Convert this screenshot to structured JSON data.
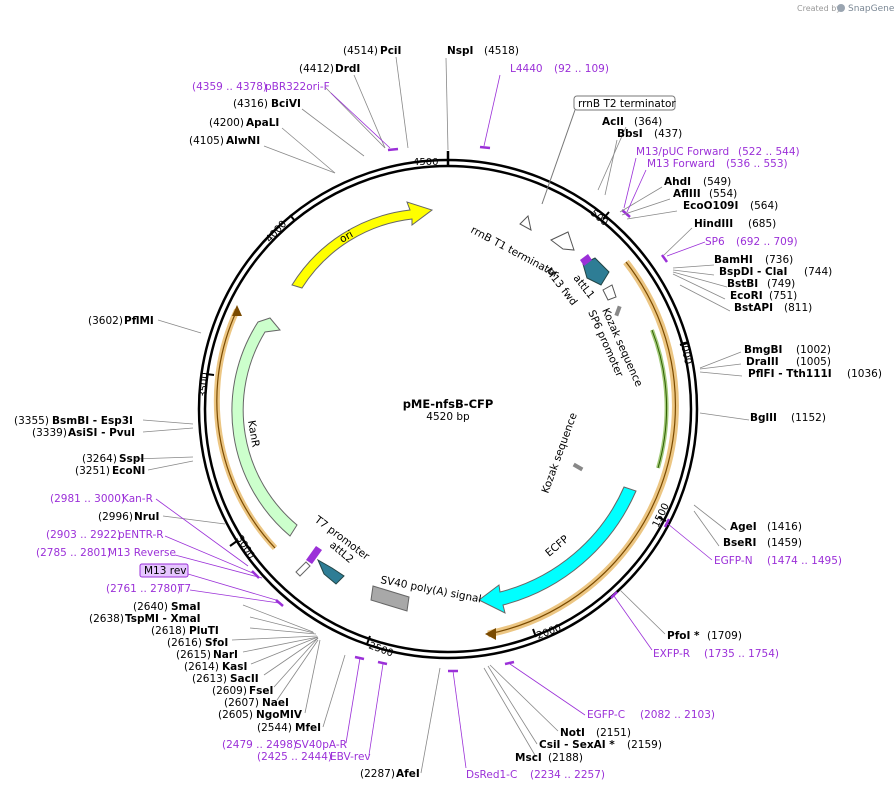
{
  "credit": {
    "created_by": "Created by",
    "brand": "SnapGene"
  },
  "plasmid": {
    "name": "pME-nfsB-CFP",
    "size": "4520 bp",
    "length": 4520
  },
  "ticks": [
    "500",
    "1000",
    "1500",
    "2000",
    "2500",
    "3000",
    "3500",
    "4000",
    "4500"
  ],
  "enzymes": [
    {
      "id": "pcii",
      "name": "PciI",
      "pos": "(4514)",
      "side": "L"
    },
    {
      "id": "nspi",
      "name": "NspI",
      "pos": "(4518)",
      "side": "R"
    },
    {
      "id": "drdi",
      "name": "DrdI",
      "pos": "(4412)",
      "side": "L"
    },
    {
      "id": "bcivi",
      "name": "BciVI",
      "pos": "(4316)",
      "side": "L"
    },
    {
      "id": "apali",
      "name": "ApaLI",
      "pos": "(4200)",
      "side": "L"
    },
    {
      "id": "alwni",
      "name": "AlwNI",
      "pos": "(4105)",
      "side": "L"
    },
    {
      "id": "acli",
      "name": "AclI",
      "pos": "(364)",
      "side": "R"
    },
    {
      "id": "bbsi",
      "name": "BbsI",
      "pos": "(437)",
      "side": "R"
    },
    {
      "id": "ahdi",
      "name": "AhdI",
      "pos": "(549)",
      "side": "R"
    },
    {
      "id": "afliii",
      "name": "AflIII",
      "pos": "(554)",
      "side": "R"
    },
    {
      "id": "eco0109i",
      "name": "EcoO109I",
      "pos": "(564)",
      "side": "R"
    },
    {
      "id": "hindiii",
      "name": "HindIII",
      "pos": "(685)",
      "side": "R"
    },
    {
      "id": "bamhi",
      "name": "BamHI",
      "pos": "(736)",
      "side": "R"
    },
    {
      "id": "bspdi",
      "name": "BspDI  - ClaI",
      "pos": "(744)",
      "side": "R"
    },
    {
      "id": "bstbi",
      "name": "BstBI",
      "pos": "(749)",
      "side": "R"
    },
    {
      "id": "ecori",
      "name": "EcoRI",
      "pos": "(751)",
      "side": "R"
    },
    {
      "id": "bstapi",
      "name": "BstAPI",
      "pos": "(811)",
      "side": "R"
    },
    {
      "id": "bmgbi",
      "name": "BmgBI",
      "pos": "(1002)",
      "side": "R"
    },
    {
      "id": "draiii",
      "name": "DraIII",
      "pos": "(1005)",
      "side": "R"
    },
    {
      "id": "pflfi",
      "name": "PflFI  - Tth111I",
      "pos": "(1036)",
      "side": "R"
    },
    {
      "id": "bglii",
      "name": "BglII",
      "pos": "(1152)",
      "side": "R"
    },
    {
      "id": "agei",
      "name": "AgeI",
      "pos": "(1416)",
      "side": "R"
    },
    {
      "id": "bseri",
      "name": "BseRI",
      "pos": "(1459)",
      "side": "R"
    },
    {
      "id": "pfoi",
      "name": "PfoI *",
      "pos": "(1709)",
      "side": "R"
    },
    {
      "id": "noti",
      "name": "NotI",
      "pos": "(2151)",
      "side": "R"
    },
    {
      "id": "csii",
      "name": "CsiI  - SexAI *",
      "pos": "(2159)",
      "side": "R"
    },
    {
      "id": "msci",
      "name": "MscI",
      "pos": "(2188)",
      "side": "R"
    },
    {
      "id": "afei",
      "name": "AfeI",
      "pos": "(2287)",
      "side": "L"
    },
    {
      "id": "mfei",
      "name": "MfeI",
      "pos": "(2544)",
      "side": "L"
    },
    {
      "id": "ngomiv",
      "name": "NgoMIV",
      "pos": "(2605)",
      "side": "L"
    },
    {
      "id": "naei",
      "name": "NaeI",
      "pos": "(2607)",
      "side": "L"
    },
    {
      "id": "fsei",
      "name": "FseI",
      "pos": "(2609)",
      "side": "L"
    },
    {
      "id": "sacii",
      "name": "SacII",
      "pos": "(2613)",
      "side": "L"
    },
    {
      "id": "kasi",
      "name": "KasI",
      "pos": "(2614)",
      "side": "L"
    },
    {
      "id": "nari",
      "name": "NarI",
      "pos": "(2615)",
      "side": "L"
    },
    {
      "id": "sfoi",
      "name": "SfoI",
      "pos": "(2616)",
      "side": "L"
    },
    {
      "id": "pluti",
      "name": "PluTI",
      "pos": "(2618)",
      "side": "L"
    },
    {
      "id": "tspmi",
      "name": "TspMI  - XmaI",
      "pos": "(2638)",
      "side": "L"
    },
    {
      "id": "smai",
      "name": "SmaI",
      "pos": "(2640)",
      "side": "L"
    },
    {
      "id": "nrui",
      "name": "NruI",
      "pos": "(2996)",
      "side": "L"
    },
    {
      "id": "econi",
      "name": "EcoNI",
      "pos": "(3251)",
      "side": "L"
    },
    {
      "id": "sspi",
      "name": "SspI",
      "pos": "(3264)",
      "side": "L"
    },
    {
      "id": "asisi",
      "name": "AsiSI  - PvuI",
      "pos": "(3339)",
      "side": "L"
    },
    {
      "id": "bsmbi",
      "name": "BsmBI  - Esp3I",
      "pos": "(3355)",
      "side": "L"
    },
    {
      "id": "pflmi",
      "name": "PflMI",
      "pos": "(3602)",
      "side": "L"
    }
  ],
  "primers": [
    {
      "id": "l4440",
      "name": "L4440",
      "range": "(92 .. 109)"
    },
    {
      "id": "pbr322ori",
      "name": "pBR322ori-F",
      "range": "(4359 .. 4378)"
    },
    {
      "id": "m13puc",
      "name": "M13/pUC Forward",
      "range": "(522 .. 544)"
    },
    {
      "id": "m13fwd",
      "name": "M13 Forward",
      "range": "(536 .. 553)"
    },
    {
      "id": "sp6",
      "name": "SP6",
      "range": "(692 .. 709)"
    },
    {
      "id": "egfpn",
      "name": "EGFP-N",
      "range": "(1474 .. 1495)"
    },
    {
      "id": "exfpr",
      "name": "EXFP-R",
      "range": "(1735 .. 1754)"
    },
    {
      "id": "egfpc",
      "name": "EGFP-C",
      "range": "(2082 .. 2103)"
    },
    {
      "id": "dsred1c",
      "name": "DsRed1-C",
      "range": "(2234 .. 2257)"
    },
    {
      "id": "ebvrev",
      "name": "EBV-rev",
      "range": "(2425 .. 2444)"
    },
    {
      "id": "sv40par",
      "name": "SV40pA-R",
      "range": "(2479 .. 2498)"
    },
    {
      "id": "t7",
      "name": "T7",
      "range": "(2761 .. 2780)"
    },
    {
      "id": "m13rev",
      "name": "M13 rev",
      "range": ""
    },
    {
      "id": "m13reverse",
      "name": "M13 Reverse",
      "range": "(2785 .. 2801)"
    },
    {
      "id": "pentrr",
      "name": "pENTR-R",
      "range": "(2903 .. 2922)"
    },
    {
      "id": "kanr_p",
      "name": "Kan-R",
      "range": "(2981 .. 3000)"
    }
  ],
  "features": {
    "rrnb_t2": "rrnB T2 terminator",
    "rrnb_t1": "rrnB T1 terminator",
    "m13fwd": "M13 fwd",
    "attl1": "attL1",
    "kozak1": "Kozak sequence",
    "sp6prom": "SP6 promoter",
    "kozak2": "Kozak sequence",
    "ecfp": "ECFP",
    "sv40": "SV40 poly(A) signal",
    "attl2": "attL2",
    "t7prom": "T7 promoter",
    "kanr": "KanR",
    "ori": "ori"
  },
  "colors": {
    "ori": "#ffff00",
    "kanr": "#ccffcc",
    "ecfp": "#00ffff",
    "orf": "#f5c87a",
    "att": "#2e7d95",
    "sv40": "#a8a8a8",
    "primer": "#9b30d8"
  }
}
